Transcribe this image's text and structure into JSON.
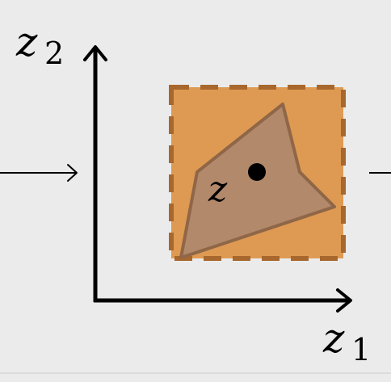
{
  "diagram": {
    "colors": {
      "background": "#ebebeb",
      "box_fill": "#de9a52",
      "box_border": "#a8672c",
      "polygon_fill": "#b3896b",
      "polygon_stroke": "#8f6647",
      "axis": "#000000",
      "point": "#000000"
    },
    "labels": {
      "y_axis_symbol": "z",
      "y_axis_subscript": "2",
      "x_axis_symbol": "z",
      "x_axis_subscript": "1",
      "point_symbol": "z"
    }
  }
}
